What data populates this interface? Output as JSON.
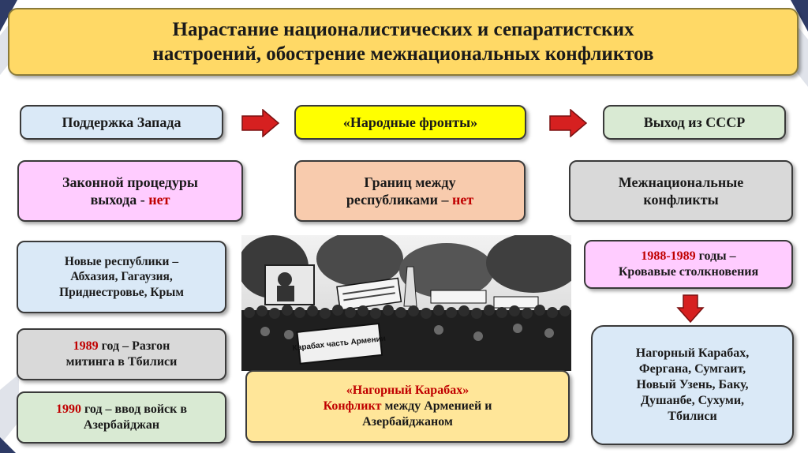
{
  "title": {
    "line1": "Нарастание националистических и сепаратистских",
    "line2": "настроений, обострение межнациональных конфликтов"
  },
  "row1": {
    "west": "Поддержка Запада",
    "fronts": "«Народные фронты»",
    "exit": "Выход из СССР"
  },
  "row2": {
    "legal_line1": "Законной процедуры",
    "legal_line2": "выхода - ",
    "legal_no": "нет",
    "borders_line1": "Границ между",
    "borders_line2": "республиками – ",
    "borders_no": "нет",
    "conflicts_line1": "Межнациональные",
    "conflicts_line2": "конфликты"
  },
  "left": {
    "newrep_line1": "Новые республики –",
    "newrep_line2": "Абхазия, Гагаузия,",
    "newrep_line3": "Приднестровье, Крым",
    "e1989_year": "1989",
    "e1989_text1": " год – Разгон",
    "e1989_text2": "митинга в Тбилиси",
    "e1990_year": "1990",
    "e1990_text1": " год – ввод войск в",
    "e1990_text2": "Азербайджан"
  },
  "center": {
    "karabakh_title": "«Нагорный Карабах»",
    "karabakh_conflict": "Конфликт",
    "karabakh_rest1": " между Арменией и",
    "karabakh_rest2": "Азербайджаном",
    "photo_sign": "Карабах часть Армении"
  },
  "right": {
    "bloody_years": "1988-1989",
    "bloody_rest1": " годы –",
    "bloody_rest2": "Кровавые столкновения",
    "places_line1": "Нагорный Карабах,",
    "places_line2": "Фергана, Сумгаит,",
    "places_line3": "Новый Узень, Баку,",
    "places_line4": "Душанбе, Сухуми,",
    "places_line5": "Тбилиси"
  },
  "colors": {
    "accent_red": "#c00000",
    "arrow_red": "#d62020",
    "title_bg": "#ffd966"
  },
  "icons": [
    "right-arrow-icon",
    "down-arrow-icon"
  ]
}
